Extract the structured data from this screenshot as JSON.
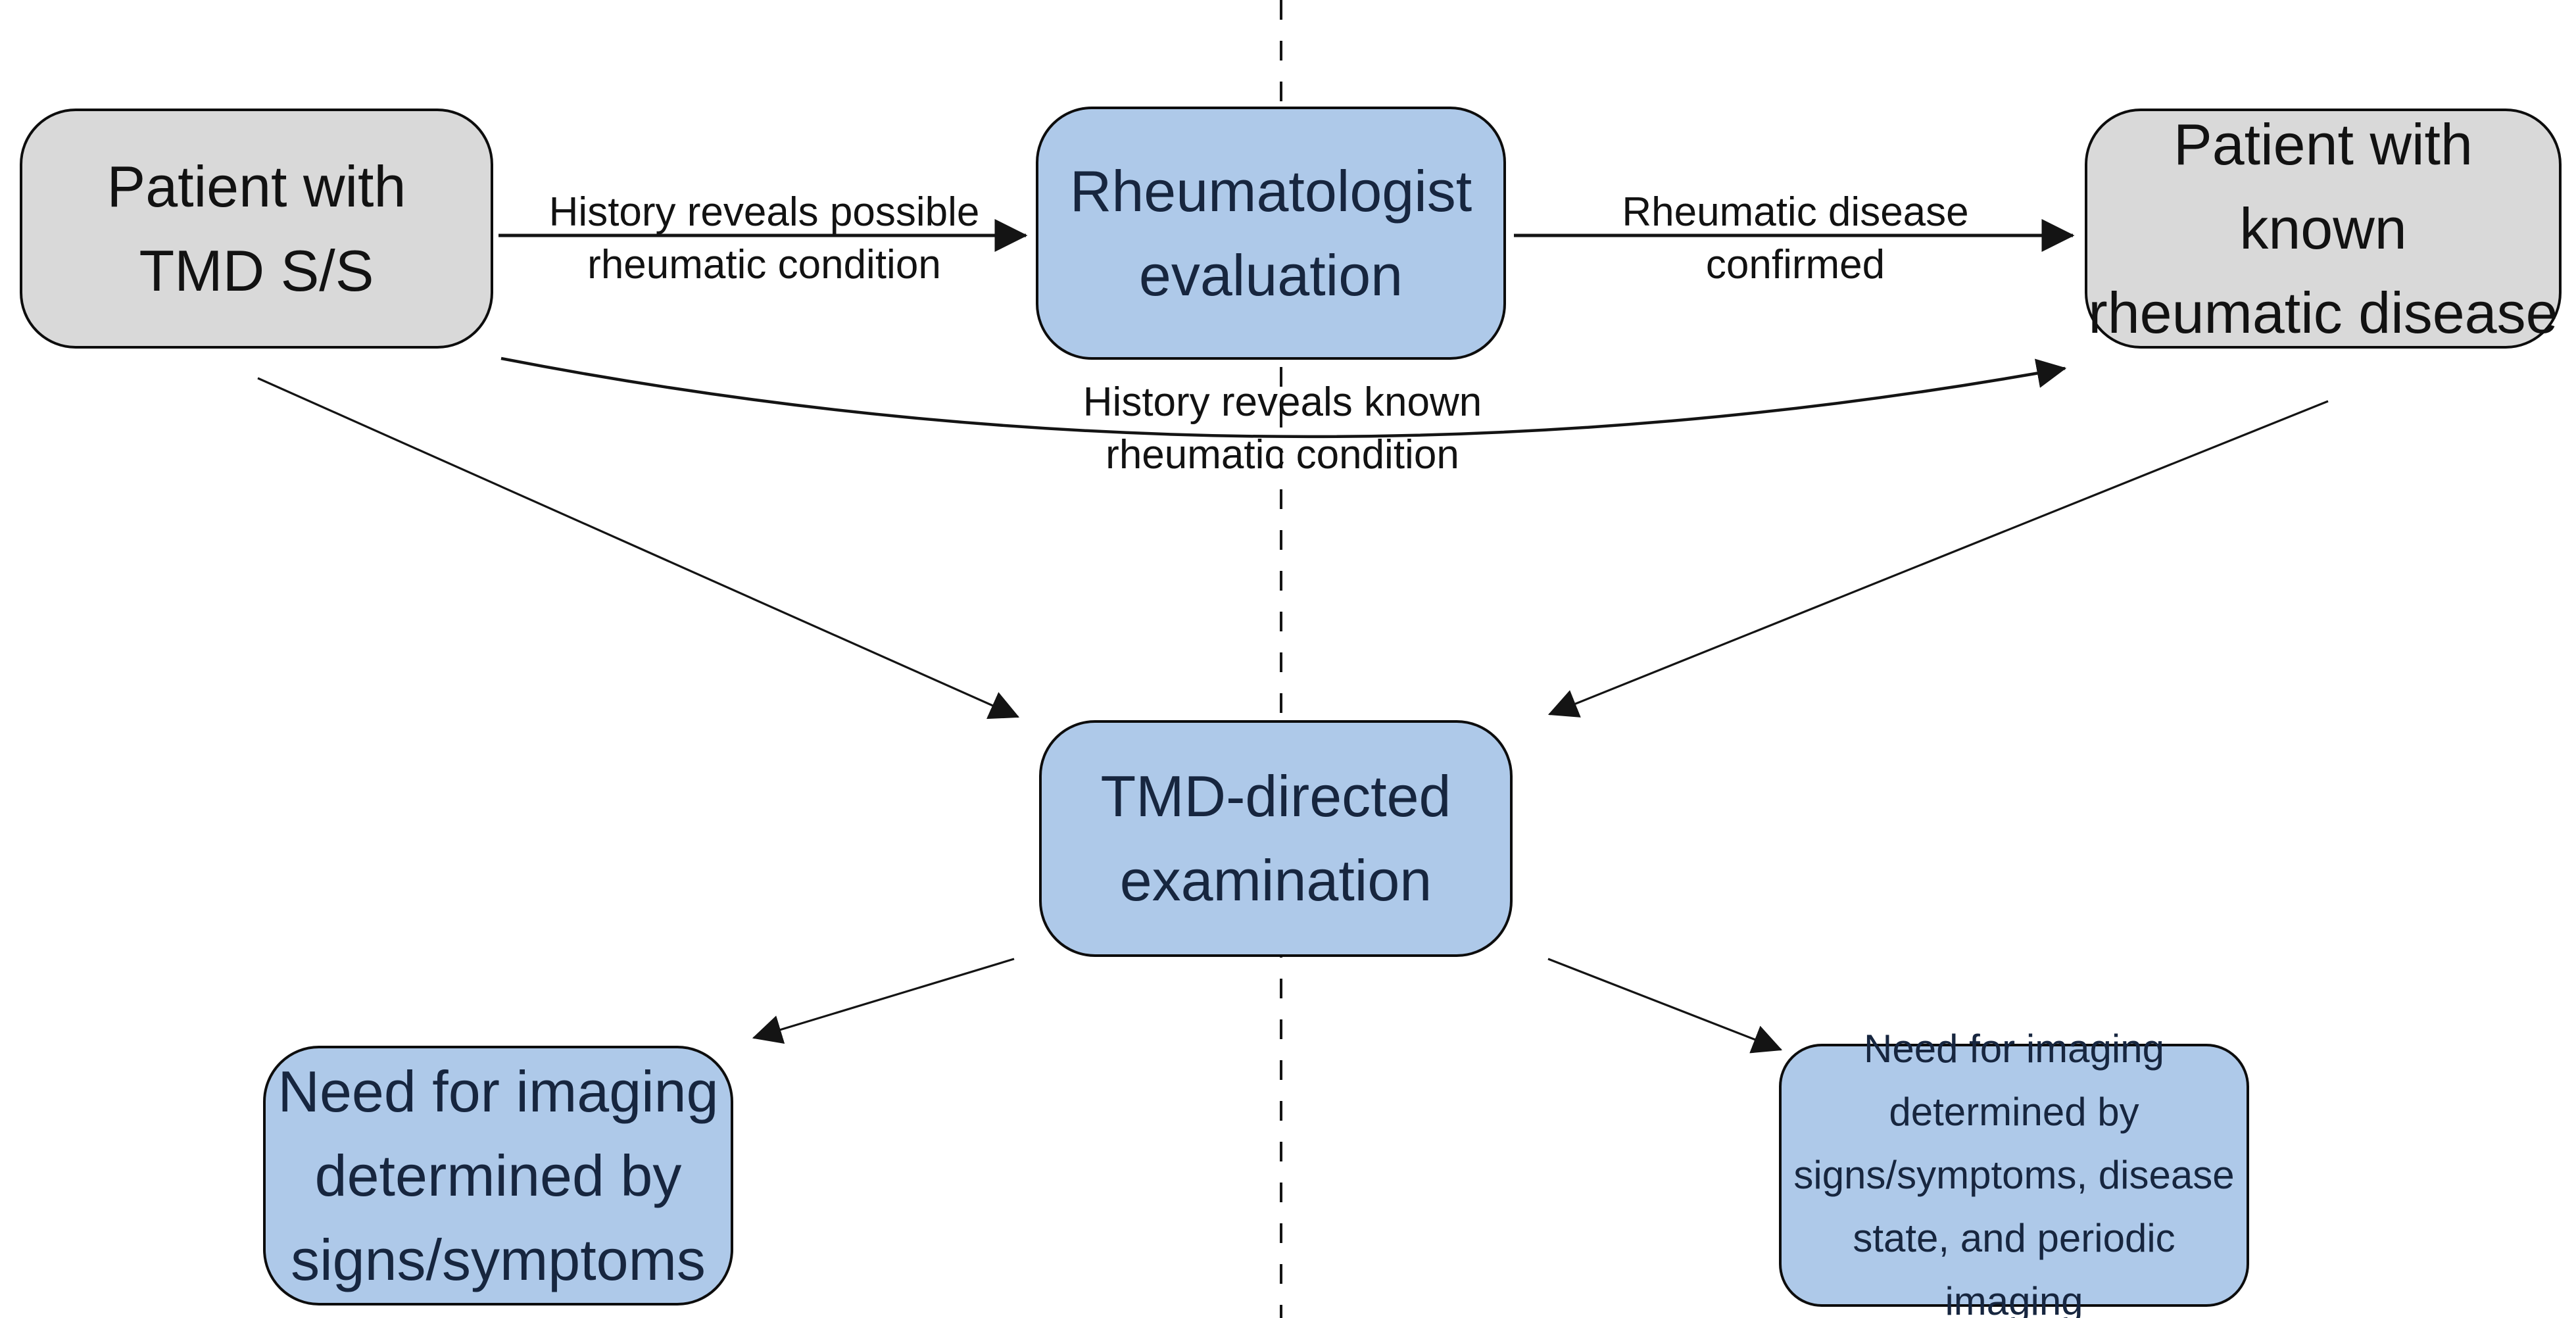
{
  "nodes": {
    "tmd_patient": {
      "lines": [
        "Patient with",
        "TMD S/S"
      ]
    },
    "rheum_eval": {
      "lines": [
        "Rheumatologist",
        "evaluation"
      ]
    },
    "known_disease": {
      "lines": [
        "Patient with known",
        "rheumatic disease"
      ]
    },
    "tmd_exam": {
      "lines": [
        "TMD-directed",
        "examination"
      ]
    },
    "imaging_ss": {
      "lines": [
        "Need for imaging",
        "determined by",
        "signs/symptoms"
      ]
    },
    "imaging_disease": {
      "lines": [
        "Need for imaging",
        "determined by",
        "signs/symptoms, disease",
        "state, and periodic imaging"
      ]
    }
  },
  "edges": {
    "possible_rheumatic": {
      "lines": [
        "History reveals possible",
        "rheumatic condition"
      ]
    },
    "disease_confirmed": {
      "lines": [
        "Rheumatic disease",
        "confirmed"
      ]
    },
    "known_rheumatic": {
      "lines": [
        "History reveals known",
        "rheumatic condition"
      ]
    }
  },
  "colors": {
    "node_gray": "#d9d9d9",
    "node_blue": "#aec9e9",
    "border": "#0d0d0d",
    "text_dark": "#121212",
    "text_navy": "#17263f",
    "line": "#141414",
    "background": "#ffffff"
  }
}
